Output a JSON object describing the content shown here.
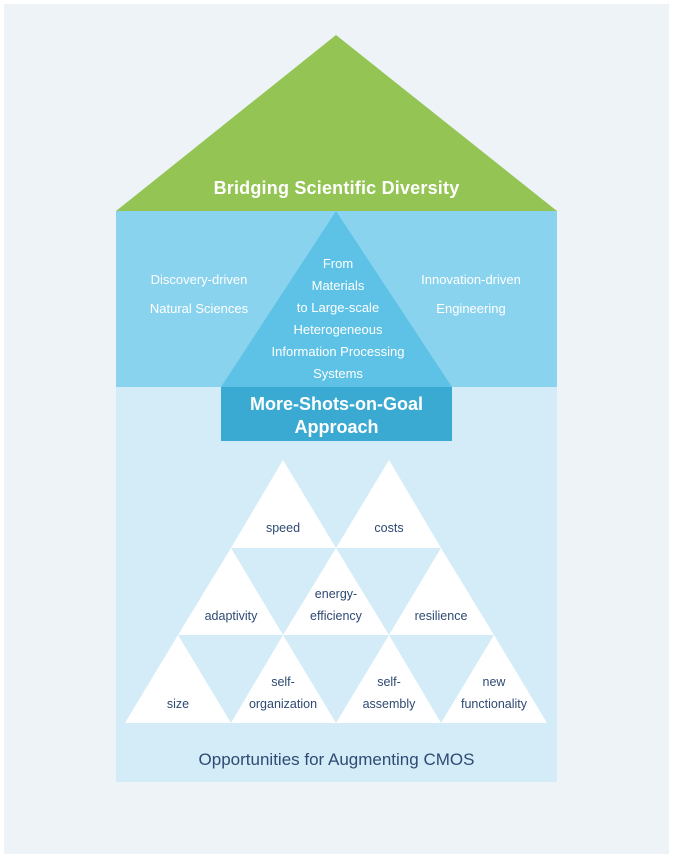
{
  "roof": {
    "title": "Bridging Scientific Diversity"
  },
  "left": {
    "line1": "Discovery-driven",
    "line2": "Natural Sciences"
  },
  "right": {
    "line1": "Innovation-driven",
    "line2": "Engineering"
  },
  "center": {
    "lines": [
      "From",
      "Materials",
      "to Large-scale",
      "Heterogeneous",
      "Information Processing",
      "Systems"
    ]
  },
  "approach": {
    "line1": "More-Shots-on-Goal",
    "line2": "Approach"
  },
  "opportunities": {
    "speed": "speed",
    "costs": "costs",
    "adaptivity": "adaptivity",
    "energy_efficiency": [
      "energy-",
      "efficiency"
    ],
    "resilience": "resilience",
    "size": "size",
    "self_organization": [
      "self-",
      "organization"
    ],
    "self_assembly": [
      "self-",
      "assembly"
    ],
    "new_functionality": [
      "new",
      "functionality"
    ]
  },
  "footer": "Opportunities for Augmenting CMOS",
  "colors": {
    "background": "#eef3f8",
    "roof_green": "#93c454",
    "upper_blue": "#8ad3ee",
    "mid_blue": "#5ec2e6",
    "dark_blue": "#3aaad2",
    "light_blue": "#d3ecf8",
    "text_dark": "#2f4a73",
    "white": "#ffffff"
  }
}
